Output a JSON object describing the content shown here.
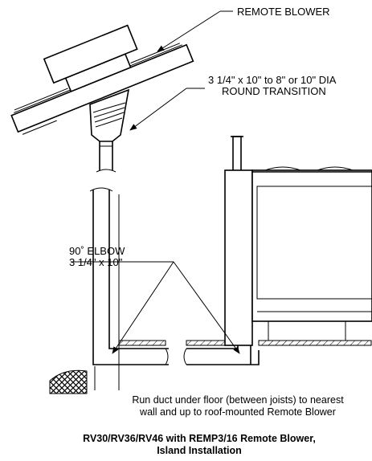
{
  "labels": {
    "remote_blower": "REMOTE BLOWER",
    "transition_line1": "3 1/4\" x 10\" to 8\" or 10\" DIA",
    "transition_line2": "ROUND TRANSITION",
    "elbow_line1": "90˚ ELBOW",
    "elbow_line2": "3 1/4\" x 10\""
  },
  "caption": {
    "line1": "Run duct under floor (between joists) to nearest",
    "line2": "wall and up to roof-mounted Remote Blower"
  },
  "title": {
    "line1": "RV30/RV36/RV46 with REMP3/16 Remote Blower,",
    "line2": "Island Installation"
  }
}
